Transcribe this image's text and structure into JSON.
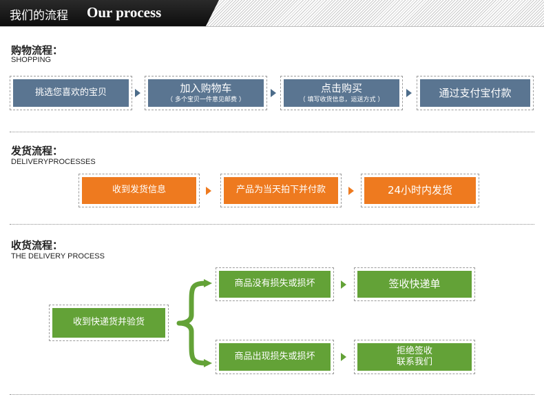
{
  "header": {
    "title_cn": "我们的流程",
    "title_en": "Our process"
  },
  "shopping": {
    "title": "购物流程：",
    "subtitle": "SHOPPING",
    "steps": [
      {
        "label": "挑选您喜欢的宝贝",
        "note": ""
      },
      {
        "label": "加入购物车",
        "note": "（ 多个宝贝一件意见邮费 ）"
      },
      {
        "label": "点击购买",
        "note": "（ 填写收货信息，运送方式 ）"
      },
      {
        "label": "通过支付宝付款",
        "note": ""
      }
    ]
  },
  "delivery": {
    "title": "发货流程：",
    "subtitle": "DELIVERYPROCESSES",
    "steps": [
      {
        "label": "收到发货信息"
      },
      {
        "label": "产品为当天拍下并付款"
      },
      {
        "label": "24小时内发货"
      }
    ]
  },
  "receiving": {
    "title": "收货流程：",
    "subtitle": "THE DELIVERY PROCESS",
    "start": "收到快递货并验货",
    "branch_ok": {
      "condition": "商品没有损失或损坏",
      "action": "签收快递单"
    },
    "branch_bad": {
      "condition": "商品出现损失或损坏",
      "action_line1": "拒绝签收",
      "action_line2": "联系我们"
    }
  },
  "colors": {
    "blue": "#5a7591",
    "orange": "#ee7a1f",
    "green": "#63a237",
    "header": "#1a1a1a"
  }
}
